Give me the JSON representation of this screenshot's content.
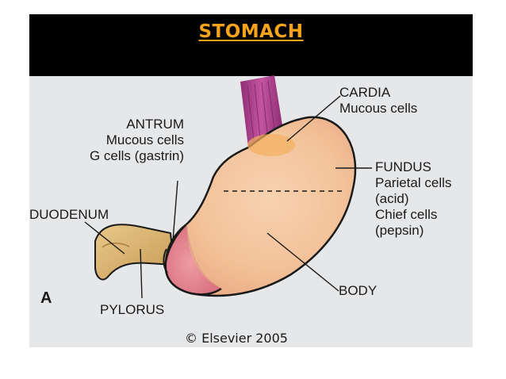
{
  "title": "STOMACH",
  "colors": {
    "title_text": "#f5a31a",
    "title_bar": "#000000",
    "panel_background": "#e6e7e9",
    "stomach": "#f3c299",
    "antrum": "#e6868f",
    "esophagus": "#b5408b",
    "duodenum": "#d9b36f"
  },
  "labels": {
    "cardia": [
      "CARDIA",
      "Mucous cells"
    ],
    "antrum": [
      "ANTRUM",
      "Mucous cells",
      "G cells (gastrin)"
    ],
    "fundus": [
      "FUNDUS",
      "Parietal cells",
      "(acid)",
      "Chief cells",
      "(pepsin)"
    ],
    "duodenum": "DUODENUM",
    "body": "BODY",
    "pylorus": "PYLORUS",
    "panel_letter": "A"
  },
  "copyright": "© Elsevier 2005"
}
